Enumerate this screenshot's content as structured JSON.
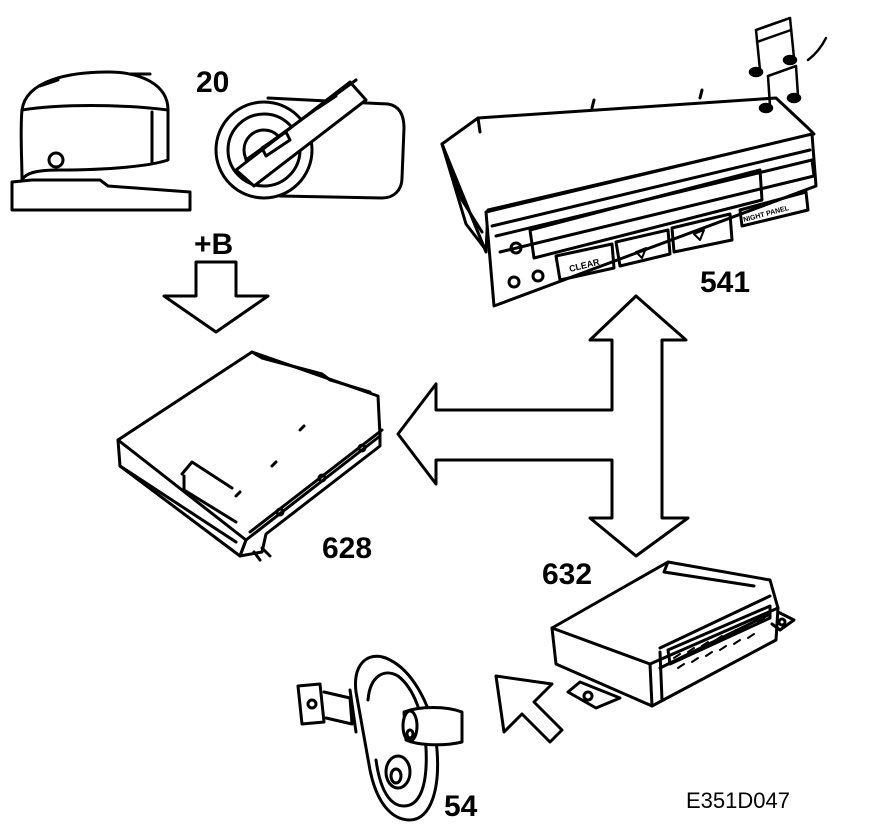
{
  "labels": {
    "switch": "20",
    "supply": "+B",
    "radio": "541",
    "amplifier": "628",
    "control_unit": "632",
    "door_switch": "54"
  },
  "radio_buttons": {
    "clear": "CLEAR",
    "night_panel": "NIGHT PANEL"
  },
  "figure_ref": "E351D047",
  "colors": {
    "line": "#000000",
    "fill": "#ffffff"
  }
}
